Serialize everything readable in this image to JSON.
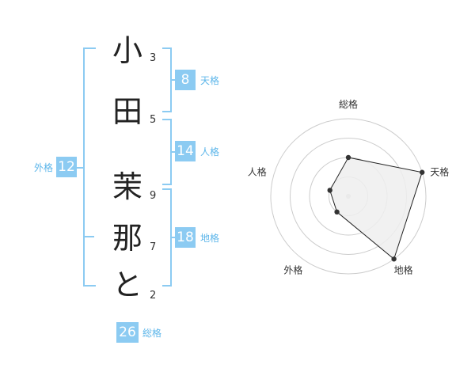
{
  "name": {
    "characters": [
      {
        "char": "小",
        "strokes": "3"
      },
      {
        "char": "田",
        "strokes": "5"
      },
      {
        "char": "茉",
        "strokes": "9"
      },
      {
        "char": "那",
        "strokes": "7"
      },
      {
        "char": "と",
        "strokes": "2"
      }
    ]
  },
  "kakusu": {
    "tenkaku": {
      "value": "8",
      "label": "天格"
    },
    "jinkaku": {
      "value": "14",
      "label": "人格"
    },
    "chikaku": {
      "value": "18",
      "label": "地格"
    },
    "gaikaku": {
      "value": "12",
      "label": "外格"
    },
    "soukaku": {
      "value": "26",
      "label": "総格"
    }
  },
  "colors": {
    "accent": "#8ccbf2",
    "accent_text": "#5db6ea",
    "polygon_fill": "#eeeeee",
    "polygon_stroke": "#222222",
    "grid": "#cccccc"
  },
  "chart_data": {
    "type": "radar",
    "axes": [
      "総格",
      "天格",
      "地格",
      "外格",
      "人格"
    ],
    "values": [
      2,
      4,
      4,
      1,
      1
    ],
    "rlim": [
      0,
      4
    ],
    "rings": 4,
    "grid": true
  }
}
